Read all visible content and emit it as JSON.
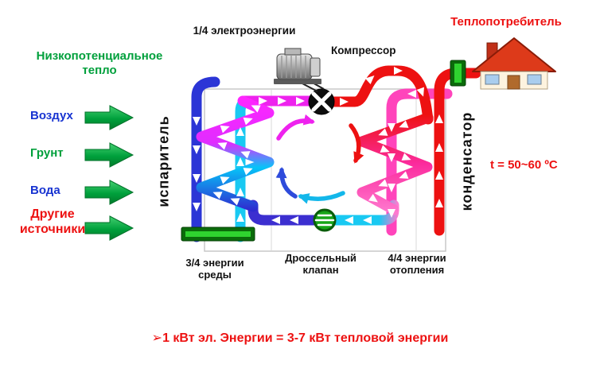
{
  "colors": {
    "green": "#00a03c",
    "blue": "#1733d1",
    "red": "#ed1111",
    "text": "#111111"
  },
  "left_panel": {
    "heading": "Низкопотенциальное тепло",
    "sources": [
      {
        "label": "Воздух",
        "color": "#1733d1"
      },
      {
        "label": "Грунт",
        "color": "#00a03c"
      },
      {
        "label": "Вода",
        "color": "#1733d1"
      },
      {
        "label": "Другие источники",
        "color": "#ed1111"
      }
    ]
  },
  "diagram": {
    "evaporator_label": "испаритель",
    "condenser_label": "конденсатор",
    "electric_input_label": "1/4 электроэнергии",
    "compressor_label": "Компрессор",
    "throttle_valve_label": "Дроссельный клапан",
    "env_energy_label": "3/4 энергии среды",
    "heating_energy_label": "4/4 энергии отопления",
    "icons": {
      "compressor": "black-cross-rotor-icon",
      "throttle_valve": "green-striped-circle-icon",
      "electric_motor": "electric-motor-icon",
      "house": "house-icon",
      "source_arrows": "green-right-arrow-icon"
    }
  },
  "right_panel": {
    "consumer_label": "Теплопотребитель",
    "temperature": "t = 50~60 ºC"
  },
  "footer": {
    "formula": "➢1 кВт эл. Энергии = 3-7 кВт тепловой энергии"
  }
}
